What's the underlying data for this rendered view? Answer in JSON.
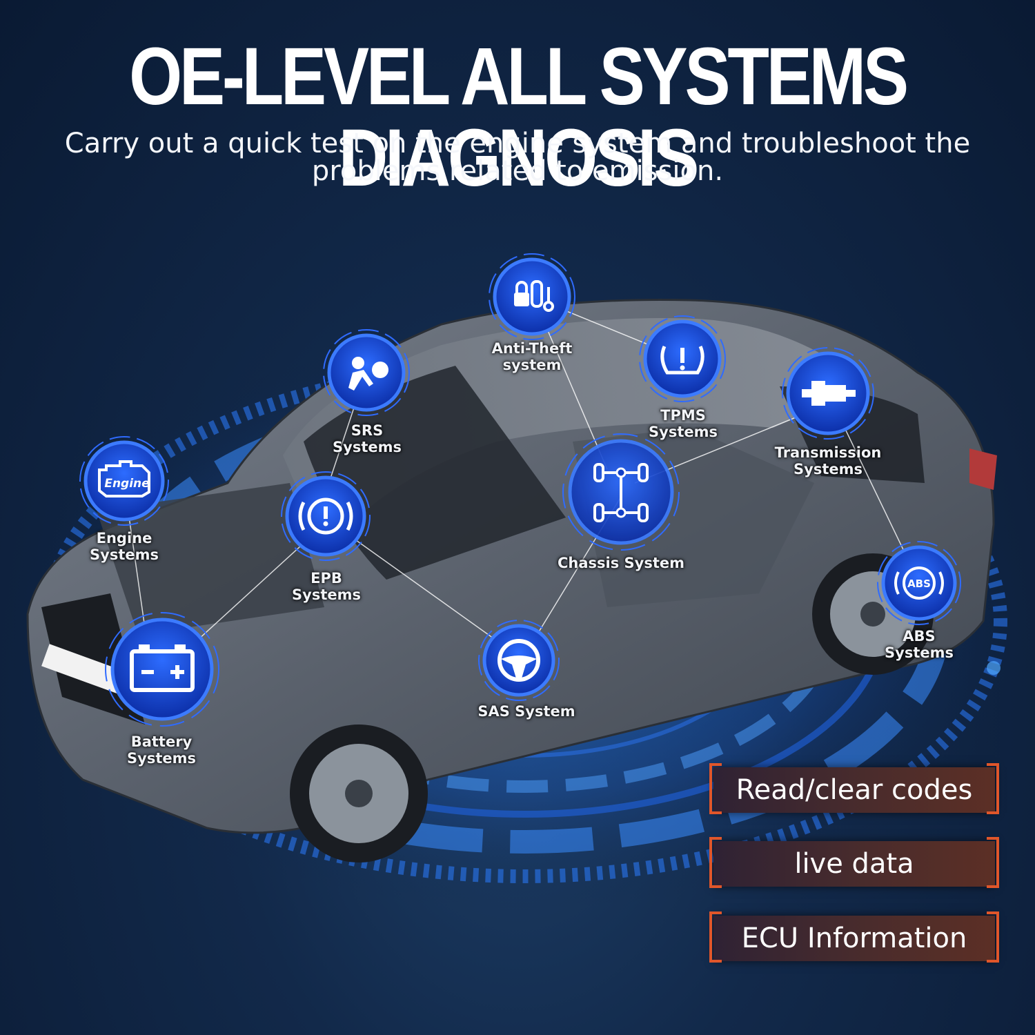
{
  "headline": "OE-LEVEL ALL SYSTEMS DIAGNOSIS",
  "subheadline": {
    "line1": "Carry out a quick test on the engine system and troubleshoot the",
    "line2": "problems related to emission."
  },
  "systems": [
    {
      "id": "anti-theft",
      "line1": "Anti-Theft",
      "line2": "system",
      "icon": "anti-theft-icon"
    },
    {
      "id": "srs",
      "line1": "SRS",
      "line2": "Systems",
      "icon": "airbag-icon"
    },
    {
      "id": "tpms",
      "line1": "TPMS",
      "line2": "Systems",
      "icon": "tire-pressure-icon"
    },
    {
      "id": "transmission",
      "line1": "Transmission",
      "line2": "Systems",
      "icon": "transmission-icon"
    },
    {
      "id": "engine",
      "line1": "Engine",
      "line2": "Systems",
      "icon": "check-engine-icon",
      "badge": "Engine"
    },
    {
      "id": "epb",
      "line1": "EPB",
      "line2": "Systems",
      "icon": "brake-warning-icon"
    },
    {
      "id": "chassis",
      "line1": "Chassis System",
      "line2": "",
      "icon": "axle-icon"
    },
    {
      "id": "abs",
      "line1": "ABS",
      "line2": "Systems",
      "icon": "abs-icon",
      "badge": "ABS"
    },
    {
      "id": "battery",
      "line1": "Battery",
      "line2": "Systems",
      "icon": "battery-icon"
    },
    {
      "id": "sas",
      "line1": "SAS System",
      "line2": "",
      "icon": "steering-wheel-icon"
    }
  ],
  "features": [
    "Read/clear codes",
    "live data",
    "ECU Information"
  ],
  "colors": {
    "background": "#0d2140",
    "icon_ring": "#2f6bff",
    "icon_fill": "#1240c8",
    "feature_bracket": "#e0562a",
    "feature_fill": "#4a2c2c",
    "car_body": "#5d6470"
  }
}
